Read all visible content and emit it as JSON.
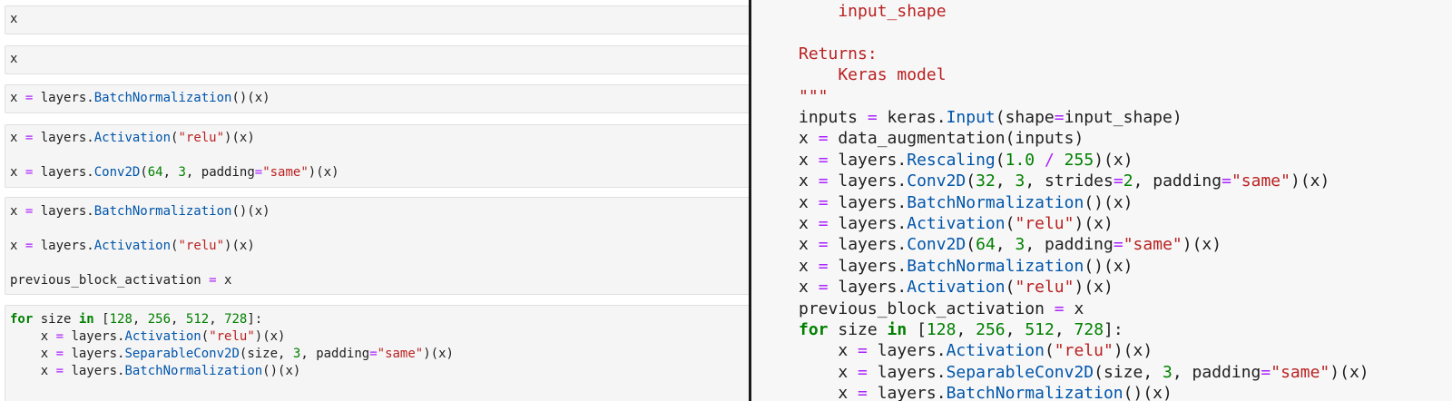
{
  "left_cells": [
    {
      "lines": [
        [
          {
            "t": "x",
            "c": ""
          }
        ]
      ]
    },
    {
      "lines": [
        [
          {
            "t": "x",
            "c": ""
          }
        ]
      ]
    },
    {
      "lines": [
        [
          {
            "t": "x ",
            "c": ""
          },
          {
            "t": "=",
            "c": "op"
          },
          {
            "t": " layers.",
            "c": ""
          },
          {
            "t": "BatchNormalization",
            "c": "fn"
          },
          {
            "t": "()(x)",
            "c": ""
          }
        ]
      ]
    },
    {
      "lines": [
        [
          {
            "t": "x ",
            "c": ""
          },
          {
            "t": "=",
            "c": "op"
          },
          {
            "t": " layers.",
            "c": ""
          },
          {
            "t": "Activation",
            "c": "fn"
          },
          {
            "t": "(",
            "c": ""
          },
          {
            "t": "\"relu\"",
            "c": "str"
          },
          {
            "t": ")(x)",
            "c": ""
          }
        ],
        [
          {
            "t": "x ",
            "c": ""
          },
          {
            "t": "=",
            "c": "op"
          },
          {
            "t": " layers.",
            "c": ""
          },
          {
            "t": "Conv2D",
            "c": "fn"
          },
          {
            "t": "(",
            "c": ""
          },
          {
            "t": "64",
            "c": "num"
          },
          {
            "t": ", ",
            "c": ""
          },
          {
            "t": "3",
            "c": "num"
          },
          {
            "t": ", padding",
            "c": ""
          },
          {
            "t": "=",
            "c": "op"
          },
          {
            "t": "\"same\"",
            "c": "str"
          },
          {
            "t": ")(x)",
            "c": ""
          }
        ]
      ]
    },
    {
      "lines": [
        [
          {
            "t": "x ",
            "c": ""
          },
          {
            "t": "=",
            "c": "op"
          },
          {
            "t": " layers.",
            "c": ""
          },
          {
            "t": "BatchNormalization",
            "c": "fn"
          },
          {
            "t": "()(x)",
            "c": ""
          }
        ],
        [
          {
            "t": "x ",
            "c": ""
          },
          {
            "t": "=",
            "c": "op"
          },
          {
            "t": " layers.",
            "c": ""
          },
          {
            "t": "Activation",
            "c": "fn"
          },
          {
            "t": "(",
            "c": ""
          },
          {
            "t": "\"relu\"",
            "c": "str"
          },
          {
            "t": ")(x)",
            "c": ""
          }
        ],
        [
          {
            "t": "previous_block_activation ",
            "c": ""
          },
          {
            "t": "=",
            "c": "op"
          },
          {
            "t": " x",
            "c": ""
          }
        ]
      ]
    },
    {
      "lines": [
        [
          {
            "t": "for",
            "c": "kw"
          },
          {
            "t": " size ",
            "c": ""
          },
          {
            "t": "in",
            "c": "kw"
          },
          {
            "t": " [",
            "c": ""
          },
          {
            "t": "128",
            "c": "num"
          },
          {
            "t": ", ",
            "c": ""
          },
          {
            "t": "256",
            "c": "num"
          },
          {
            "t": ", ",
            "c": ""
          },
          {
            "t": "512",
            "c": "num"
          },
          {
            "t": ", ",
            "c": ""
          },
          {
            "t": "728",
            "c": "num"
          },
          {
            "t": "]:",
            "c": ""
          }
        ],
        [
          {
            "t": "    x ",
            "c": ""
          },
          {
            "t": "=",
            "c": "op"
          },
          {
            "t": " layers.",
            "c": ""
          },
          {
            "t": "Activation",
            "c": "fn"
          },
          {
            "t": "(",
            "c": ""
          },
          {
            "t": "\"relu\"",
            "c": "str"
          },
          {
            "t": ")(x)",
            "c": ""
          }
        ],
        [
          {
            "t": "    x ",
            "c": ""
          },
          {
            "t": "=",
            "c": "op"
          },
          {
            "t": " layers.",
            "c": ""
          },
          {
            "t": "SeparableConv2D",
            "c": "fn"
          },
          {
            "t": "(size, ",
            "c": ""
          },
          {
            "t": "3",
            "c": "num"
          },
          {
            "t": ", padding",
            "c": ""
          },
          {
            "t": "=",
            "c": "op"
          },
          {
            "t": "\"same\"",
            "c": "str"
          },
          {
            "t": ")(x)",
            "c": ""
          }
        ],
        [
          {
            "t": "    x ",
            "c": ""
          },
          {
            "t": "=",
            "c": "op"
          },
          {
            "t": " layers.",
            "c": ""
          },
          {
            "t": "BatchNormalization",
            "c": "fn"
          },
          {
            "t": "()(x)",
            "c": ""
          }
        ]
      ]
    }
  ],
  "right_lines": [
    [
      {
        "t": "    input_shape",
        "c": "doc"
      }
    ],
    [],
    [
      {
        "t": "Returns:",
        "c": "doc"
      }
    ],
    [
      {
        "t": "    Keras model",
        "c": "doc"
      }
    ],
    [
      {
        "t": "\"\"\"",
        "c": "doc"
      }
    ],
    [
      {
        "t": "inputs ",
        "c": ""
      },
      {
        "t": "=",
        "c": "op"
      },
      {
        "t": " keras.",
        "c": ""
      },
      {
        "t": "Input",
        "c": "fn"
      },
      {
        "t": "(shape",
        "c": ""
      },
      {
        "t": "=",
        "c": "op"
      },
      {
        "t": "input_shape)",
        "c": ""
      }
    ],
    [
      {
        "t": "x ",
        "c": ""
      },
      {
        "t": "=",
        "c": "op"
      },
      {
        "t": " data_augmentation(inputs)",
        "c": ""
      }
    ],
    [
      {
        "t": "x ",
        "c": ""
      },
      {
        "t": "=",
        "c": "op"
      },
      {
        "t": " layers.",
        "c": ""
      },
      {
        "t": "Rescaling",
        "c": "fn"
      },
      {
        "t": "(",
        "c": ""
      },
      {
        "t": "1.0",
        "c": "num"
      },
      {
        "t": " ",
        "c": ""
      },
      {
        "t": "/",
        "c": "op"
      },
      {
        "t": " ",
        "c": ""
      },
      {
        "t": "255",
        "c": "num"
      },
      {
        "t": ")(x)",
        "c": ""
      }
    ],
    [
      {
        "t": "x ",
        "c": ""
      },
      {
        "t": "=",
        "c": "op"
      },
      {
        "t": " layers.",
        "c": ""
      },
      {
        "t": "Conv2D",
        "c": "fn"
      },
      {
        "t": "(",
        "c": ""
      },
      {
        "t": "32",
        "c": "num"
      },
      {
        "t": ", ",
        "c": ""
      },
      {
        "t": "3",
        "c": "num"
      },
      {
        "t": ", strides",
        "c": ""
      },
      {
        "t": "=",
        "c": "op"
      },
      {
        "t": "2",
        "c": "num"
      },
      {
        "t": ", padding",
        "c": ""
      },
      {
        "t": "=",
        "c": "op"
      },
      {
        "t": "\"same\"",
        "c": "str"
      },
      {
        "t": ")(x)",
        "c": ""
      }
    ],
    [
      {
        "t": "x ",
        "c": ""
      },
      {
        "t": "=",
        "c": "op"
      },
      {
        "t": " layers.",
        "c": ""
      },
      {
        "t": "BatchNormalization",
        "c": "fn"
      },
      {
        "t": "()(x)",
        "c": ""
      }
    ],
    [
      {
        "t": "x ",
        "c": ""
      },
      {
        "t": "=",
        "c": "op"
      },
      {
        "t": " layers.",
        "c": ""
      },
      {
        "t": "Activation",
        "c": "fn"
      },
      {
        "t": "(",
        "c": ""
      },
      {
        "t": "\"relu\"",
        "c": "str"
      },
      {
        "t": ")(x)",
        "c": ""
      }
    ],
    [
      {
        "t": "x ",
        "c": ""
      },
      {
        "t": "=",
        "c": "op"
      },
      {
        "t": " layers.",
        "c": ""
      },
      {
        "t": "Conv2D",
        "c": "fn"
      },
      {
        "t": "(",
        "c": ""
      },
      {
        "t": "64",
        "c": "num"
      },
      {
        "t": ", ",
        "c": ""
      },
      {
        "t": "3",
        "c": "num"
      },
      {
        "t": ", padding",
        "c": ""
      },
      {
        "t": "=",
        "c": "op"
      },
      {
        "t": "\"same\"",
        "c": "str"
      },
      {
        "t": ")(x)",
        "c": ""
      }
    ],
    [
      {
        "t": "x ",
        "c": ""
      },
      {
        "t": "=",
        "c": "op"
      },
      {
        "t": " layers.",
        "c": ""
      },
      {
        "t": "BatchNormalization",
        "c": "fn"
      },
      {
        "t": "()(x)",
        "c": ""
      }
    ],
    [
      {
        "t": "x ",
        "c": ""
      },
      {
        "t": "=",
        "c": "op"
      },
      {
        "t": " layers.",
        "c": ""
      },
      {
        "t": "Activation",
        "c": "fn"
      },
      {
        "t": "(",
        "c": ""
      },
      {
        "t": "\"relu\"",
        "c": "str"
      },
      {
        "t": ")(x)",
        "c": ""
      }
    ],
    [
      {
        "t": "previous_block_activation ",
        "c": ""
      },
      {
        "t": "=",
        "c": "op"
      },
      {
        "t": " x",
        "c": ""
      }
    ],
    [
      {
        "t": "for",
        "c": "kw"
      },
      {
        "t": " size ",
        "c": ""
      },
      {
        "t": "in",
        "c": "kw"
      },
      {
        "t": " [",
        "c": ""
      },
      {
        "t": "128",
        "c": "num"
      },
      {
        "t": ", ",
        "c": ""
      },
      {
        "t": "256",
        "c": "num"
      },
      {
        "t": ", ",
        "c": ""
      },
      {
        "t": "512",
        "c": "num"
      },
      {
        "t": ", ",
        "c": ""
      },
      {
        "t": "728",
        "c": "num"
      },
      {
        "t": "]:",
        "c": ""
      }
    ],
    [
      {
        "t": "    x ",
        "c": ""
      },
      {
        "t": "=",
        "c": "op"
      },
      {
        "t": " layers.",
        "c": ""
      },
      {
        "t": "Activation",
        "c": "fn"
      },
      {
        "t": "(",
        "c": ""
      },
      {
        "t": "\"relu\"",
        "c": "str"
      },
      {
        "t": ")(x)",
        "c": ""
      }
    ],
    [
      {
        "t": "    x ",
        "c": ""
      },
      {
        "t": "=",
        "c": "op"
      },
      {
        "t": " layers.",
        "c": ""
      },
      {
        "t": "SeparableConv2D",
        "c": "fn"
      },
      {
        "t": "(size, ",
        "c": ""
      },
      {
        "t": "3",
        "c": "num"
      },
      {
        "t": ", padding",
        "c": ""
      },
      {
        "t": "=",
        "c": "op"
      },
      {
        "t": "\"same\"",
        "c": "str"
      },
      {
        "t": ")(x)",
        "c": ""
      }
    ],
    [
      {
        "t": "    x ",
        "c": ""
      },
      {
        "t": "=",
        "c": "op"
      },
      {
        "t": " layers.",
        "c": ""
      },
      {
        "t": "BatchNormalization",
        "c": "fn"
      },
      {
        "t": "()(x)",
        "c": ""
      }
    ]
  ]
}
